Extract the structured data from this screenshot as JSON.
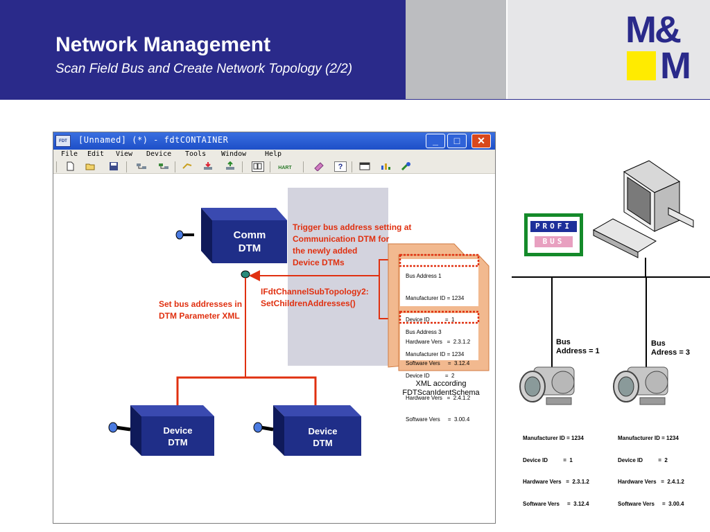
{
  "slide": {
    "title": "Network Management",
    "subtitle": "Scan Field Bus and Create Network Topology (2/2)"
  },
  "logo": {
    "top": "M&",
    "bottom": "M"
  },
  "window": {
    "app_icon": "FDT",
    "title": "[Unnamed] (*) - fdtCONTAINER",
    "buttons": {
      "minimize": "_",
      "maximize": "□",
      "close": "✕"
    }
  },
  "menu": [
    "File",
    "Edit",
    "View",
    "Device",
    "Tools",
    "Window",
    "Help"
  ],
  "toolbar": {
    "icons": [
      "new-icon",
      "open-icon",
      "save-icon",
      "network-icon",
      "network-scan-icon",
      "connect-icon",
      "upload-icon",
      "download-icon",
      "catalog-icon",
      "hart-icon",
      "configure-icon",
      "help-icon",
      "window-icon",
      "chart-icon",
      "tool-icon"
    ],
    "hart_label": "HART"
  },
  "diagram": {
    "comm_dtm": "Comm\nDTM",
    "device_dtm_left": "Device\nDTM",
    "device_dtm_right": "Device\nDTM",
    "trigger_text": "Trigger bus address setting at\nCommunication DTM for\nthe newly added\nDevice DTMs",
    "interface_text": "IFdtChannelSubTopology2:\nSetChildrenAddresses()",
    "set_bus_text": "Set bus addresses in\nDTM Parameter XML",
    "xml_caption": "XML according\nFDTScanIdentSchema",
    "xml_entries": [
      {
        "header": "Bus Address 1",
        "lines": [
          "Manufacturer ID = 1234",
          "Device ID          =  1",
          "Hardware Vers   =  2.3.1.2",
          "Software Vers     =  3.12.4"
        ]
      },
      {
        "header": "Bus Address 3",
        "lines": [
          "Manufacturer ID = 1234",
          "Device ID          =  2",
          "Hardware Vers   =  2.4.1.2",
          "Software Vers     =  3.00.4"
        ]
      }
    ]
  },
  "profibus": {
    "top": "PROFI",
    "bottom": "BUS"
  },
  "devices": [
    {
      "bus_label": "Bus\nAddress = 1",
      "info": [
        "Manufacturer ID = 1234",
        "Device ID          =  1",
        "Hardware Vers   =  2.3.1.2",
        "Software Vers     =  3.12.4"
      ]
    },
    {
      "bus_label": "Bus\nAdress = 3",
      "info": [
        "Manufacturer ID = 1234",
        "Device ID          =  2",
        "Hardware Vers   =  2.4.1.2",
        "Software Vers     =  3.00.4"
      ]
    }
  ],
  "colors": {
    "header_blue": "#2a2a8a",
    "accent_red": "#e03010",
    "box_navy": "#1f2e88",
    "logo_yellow": "#ffeb00",
    "xml_orange": "#f2b98f"
  }
}
